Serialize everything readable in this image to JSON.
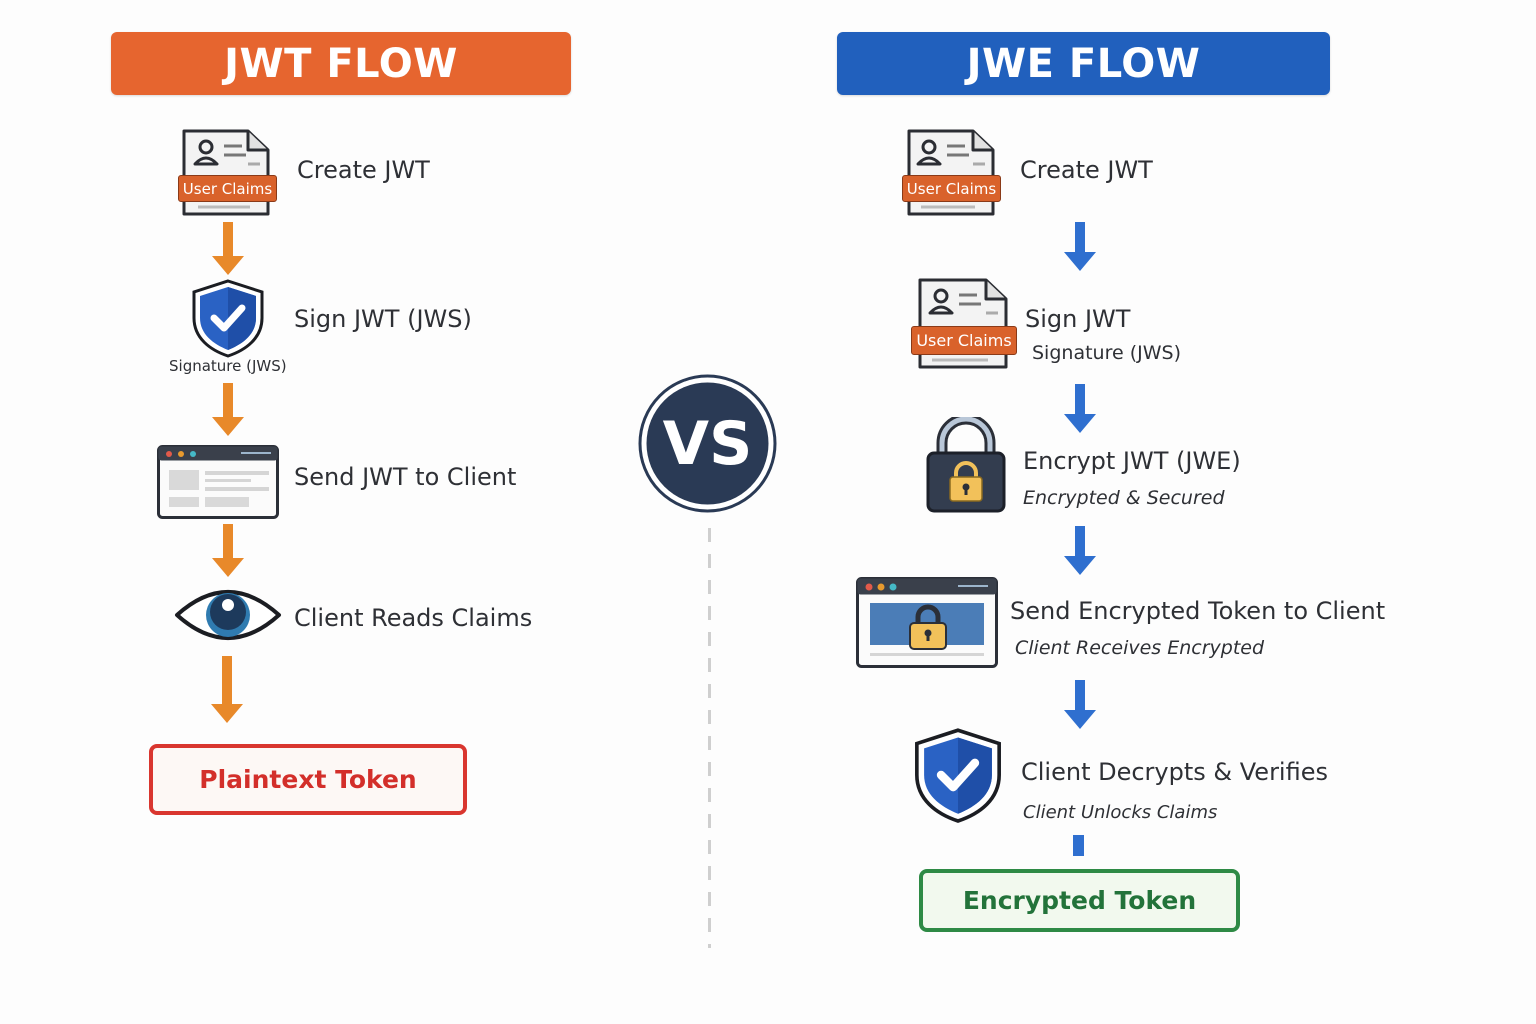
{
  "jwt_flow": {
    "title": "JWT FLOW",
    "steps": [
      {
        "icon": "user-claims-document-icon",
        "badge": "User Claims",
        "label": "Create JWT"
      },
      {
        "icon": "shield-check-icon",
        "caption": "Signature (JWS)",
        "label": "Sign JWT (JWS)"
      },
      {
        "icon": "browser-window-icon",
        "label": "Send JWT to Client"
      },
      {
        "icon": "eye-icon",
        "label": "Client Reads Claims"
      }
    ],
    "result": "Plaintext Token"
  },
  "jwe_flow": {
    "title": "JWE FLOW",
    "steps": [
      {
        "icon": "user-claims-document-icon",
        "badge": "User Claims",
        "label": "Create JWT"
      },
      {
        "icon": "user-claims-document-icon",
        "badge": "User Claims",
        "label": "Sign JWT",
        "sublabel": "Signature (JWS)"
      },
      {
        "icon": "padlock-icon",
        "label": "Encrypt JWT (JWE)",
        "sublabel": "Encrypted & Secured"
      },
      {
        "icon": "browser-lock-icon",
        "label": "Send Encrypted Token to Client",
        "sublabel": "Client Receives Encrypted"
      },
      {
        "icon": "shield-check-icon",
        "label": "Client Decrypts & Verifies",
        "sublabel": "Client Unlocks Claims"
      }
    ],
    "result": "Encrypted Token"
  },
  "versus": {
    "label": "VS"
  },
  "colors": {
    "jwt_accent": "#e6652f",
    "jwe_accent": "#2160bd",
    "jwt_arrow": "#e8892a",
    "jwe_arrow": "#2f6fcf",
    "plaintext_red": "#d9362f",
    "encrypted_green": "#2e8a45",
    "vs_navy": "#2a3a55"
  }
}
